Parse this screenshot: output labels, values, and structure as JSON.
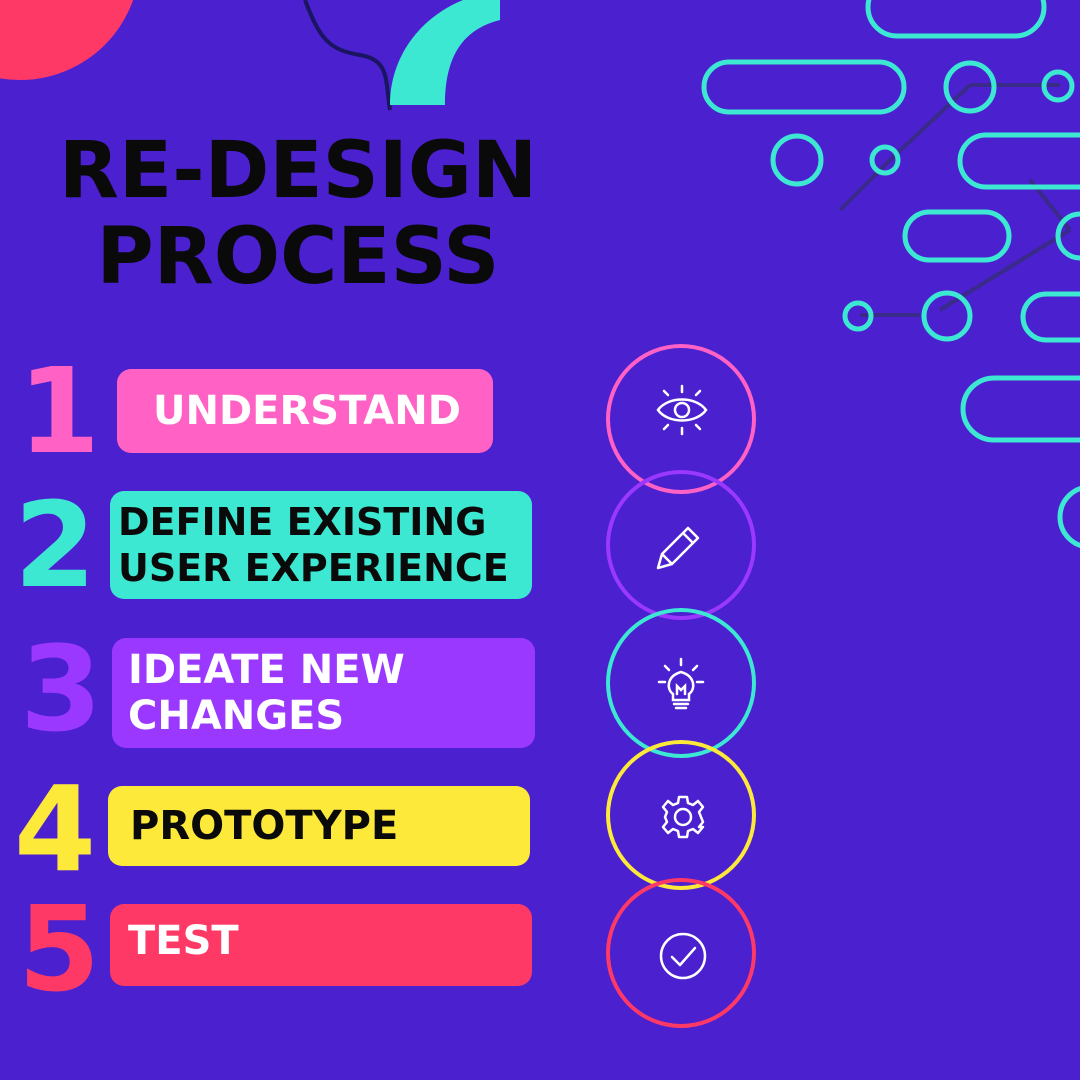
{
  "title": {
    "line1": "RE-DESIGN",
    "line2": "PROCESS"
  },
  "colors": {
    "background": "#4a20cf",
    "pink": "#ff62c4",
    "teal": "#3de8d3",
    "purple": "#9b38ff",
    "yellow": "#fde93a",
    "red": "#ff3966",
    "deco_line": "#3a2a8a"
  },
  "steps": [
    {
      "number": "1",
      "label": "UNDERSTAND",
      "icon": "eye-icon"
    },
    {
      "number": "2",
      "label_lines": [
        "DEFINE EXISTING",
        "USER EXPERIENCE"
      ],
      "icon": "pencil-icon"
    },
    {
      "number": "3",
      "label_lines": [
        "IDEATE NEW",
        "CHANGES"
      ],
      "icon": "lightbulb-icon"
    },
    {
      "number": "4",
      "label": "PROTOTYPE",
      "icon": "gear-icon"
    },
    {
      "number": "5",
      "label": "TEST",
      "icon": "checkmark-circle-icon"
    }
  ]
}
